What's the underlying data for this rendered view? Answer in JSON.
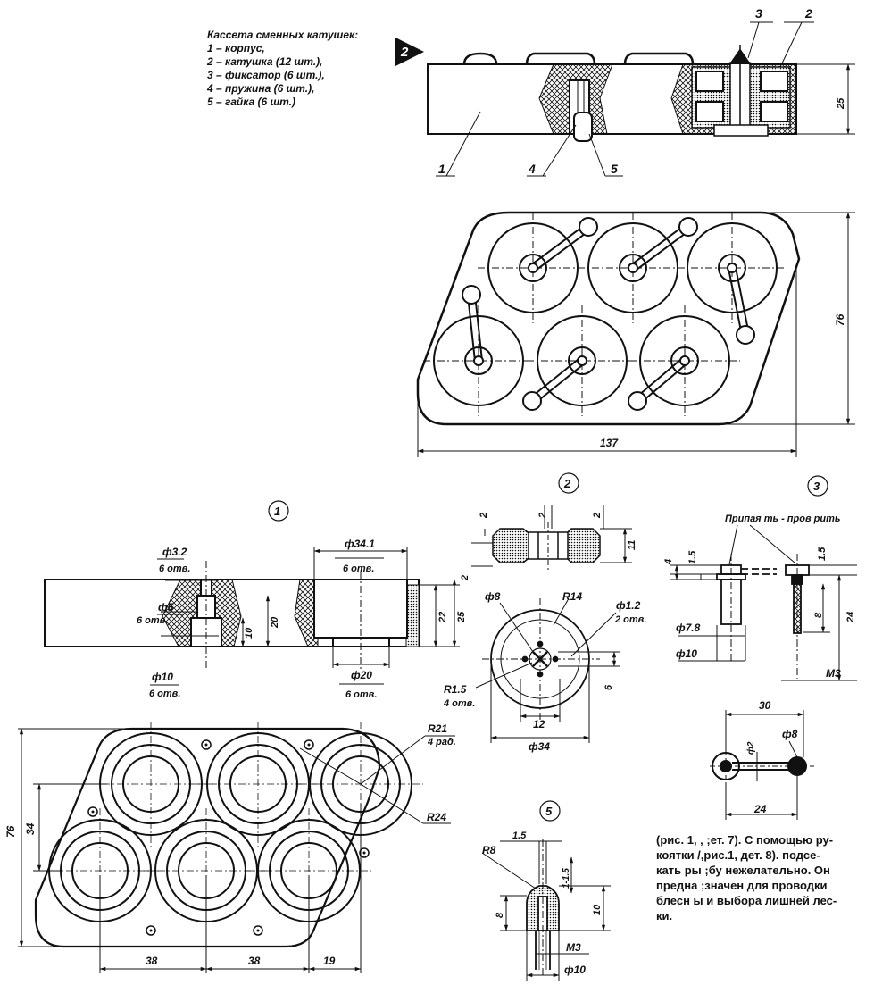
{
  "figure_number": "2",
  "legend": {
    "title": "Кассета сменных катушек:",
    "items": [
      "1 – корпус,",
      "2 – катушка (12 шт.),",
      "3 – фиксатор (6 шт.),",
      "4 – пружина (6 шт.),",
      "5 – гайка (6 шт.)"
    ]
  },
  "assembly": {
    "callouts": [
      "1",
      "2",
      "3",
      "4",
      "5"
    ],
    "dims": {
      "height": "25",
      "depth": "76",
      "length": "137"
    }
  },
  "detail_1": {
    "marker": "1",
    "dims": {
      "hole_small": "ф3.2",
      "hole_small_qty": "6 отв.",
      "hole_mid": "ф5",
      "hole_mid_qty": "6 отв.",
      "hole_large": "ф10",
      "hole_large_qty": "6 отв.",
      "pocket": "ф34.1",
      "pocket_qty": "6 отв.",
      "pocket_bottom": "ф20",
      "pocket_bottom_qty": "6 отв.",
      "d10": "10",
      "d20": "20",
      "d22": "22",
      "d25": "25",
      "corner_r": "R21",
      "corner_r_qty": "4 рад.",
      "r24": "R24",
      "plan_h": "76",
      "pitch_y": "34",
      "pitch_x1": "38",
      "pitch_x2": "38",
      "edge_x": "19"
    }
  },
  "detail_2": {
    "marker": "2",
    "dims": {
      "t1": "2",
      "t2": "2",
      "t3": "2",
      "t4": "2",
      "h": "11",
      "d_hub": "ф8",
      "r_outer": "R14",
      "hole": "ф1.2",
      "hole_qty": "2 отв.",
      "r_slot": "R1.5",
      "r_slot_qty": "4 отв.",
      "slot_h": "6",
      "slot_w": "12",
      "d_outer": "ф34"
    }
  },
  "detail_3": {
    "marker": "3",
    "note": "Припая ть - пров рить",
    "dims": {
      "h4": "4",
      "h1_5a": "1.5",
      "h1_5b": "1.5",
      "d_head": "ф7.8",
      "d_stem": "ф10",
      "h8": "8",
      "h24": "24",
      "thread": "M3",
      "len": "30",
      "d_eye": "ф8",
      "gap": "ф2",
      "span": "24"
    }
  },
  "detail_5": {
    "marker": "5",
    "dims": {
      "r": "R8",
      "top": "1.5",
      "bevel": "1-1.5",
      "h8": "8",
      "h10": "10",
      "thread": "M3",
      "d": "ф10"
    }
  },
  "caption": {
    "lines": [
      "(рис. 1, ‚ ;ет. 7). С помощью ру-",
      "коятки /,рис.1, дет. 8). подсе-",
      "кать ры ;бу нежелательно.   Он",
      "предна ;значен для проводки",
      "блесн ы и выбора лишней лес-",
      "ки."
    ]
  }
}
